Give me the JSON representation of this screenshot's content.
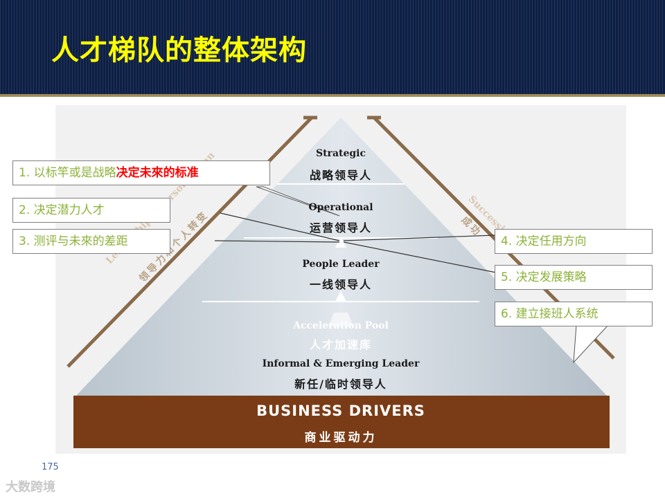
{
  "title": "人才梯队的整体架构",
  "pyramid": {
    "levels": [
      {
        "en": "Strategic",
        "zh": "战略领导人"
      },
      {
        "en": "Operational",
        "zh": "运营领导人"
      },
      {
        "en": "People Leader",
        "zh": "一线领导人"
      },
      {
        "en": "Acceleration Pool",
        "zh": "人才加速库"
      },
      {
        "en": "Informal & Emerging Leader",
        "zh": "新任/临时领导人"
      }
    ],
    "base": {
      "en": "BUSINESS DRIVERS",
      "zh": "商业驱动力"
    },
    "left_side": {
      "en": "Leadership & Personal Tran",
      "zh": "领导力和个人转变"
    },
    "right_side": {
      "en": "Successi",
      "zh": "成功"
    }
  },
  "callouts": [
    {
      "text": "1. 以标竿或是战略",
      "highlight": "决定未來的标准"
    },
    {
      "text": "2. 决定潜力人才"
    },
    {
      "text": "3. 测评与未來的差距"
    },
    {
      "text": "4. 决定任用方向"
    },
    {
      "text": "5. 决定发展策略"
    },
    {
      "text": "6. 建立接班人系统"
    }
  ],
  "page_number": "175",
  "watermark": "大数跨境",
  "colors": {
    "header": "#0d1f45",
    "title": "#ffff00",
    "callout_text": "#8db23a",
    "highlight": "#ff0000",
    "base": "#7a3c16"
  }
}
